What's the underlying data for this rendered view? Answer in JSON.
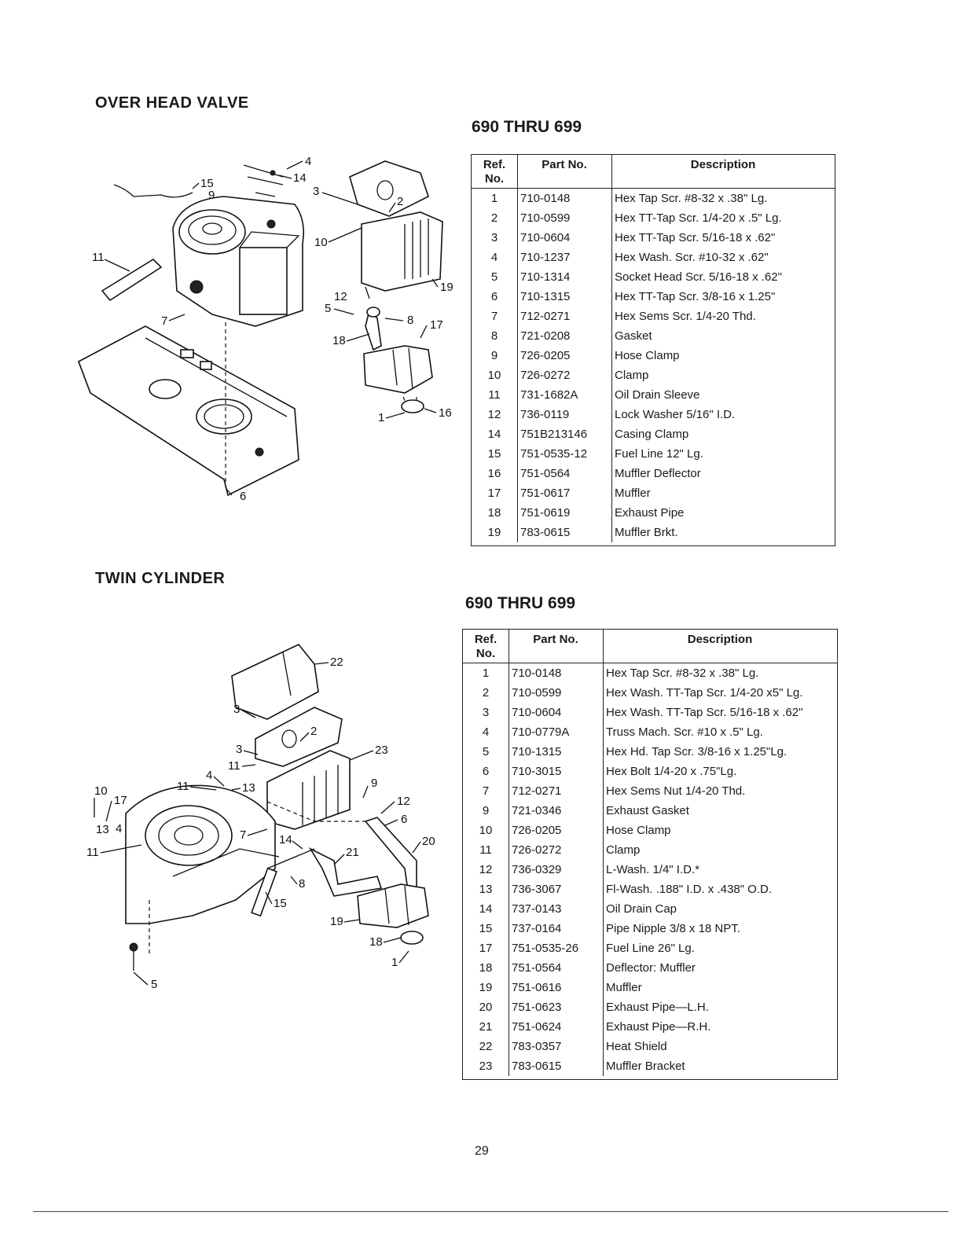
{
  "sections": [
    {
      "title": "OVER HEAD VALVE",
      "range": "690 THRU 699",
      "headers": {
        "ref": "Ref.",
        "ref2": "No.",
        "part": "Part No.",
        "desc": "Description"
      },
      "rows": [
        {
          "ref": "1",
          "part": "710-0148",
          "desc": "Hex Tap Scr. #8-32 x .38\" Lg."
        },
        {
          "ref": "2",
          "part": "710-0599",
          "desc": "Hex TT-Tap Scr. 1/4-20 x .5\" Lg."
        },
        {
          "ref": "3",
          "part": "710-0604",
          "desc": "Hex TT-Tap Scr. 5/16-18 x .62\""
        },
        {
          "ref": "4",
          "part": "710-1237",
          "desc": "Hex Wash. Scr. #10-32 x .62\""
        },
        {
          "ref": "5",
          "part": "710-1314",
          "desc": "Socket Head Scr. 5/16-18 x .62\""
        },
        {
          "ref": "6",
          "part": "710-1315",
          "desc": "Hex TT-Tap Scr. 3/8-16 x 1.25\""
        },
        {
          "ref": "7",
          "part": "712-0271",
          "desc": "Hex Sems Scr. 1/4-20 Thd."
        },
        {
          "ref": "8",
          "part": "721-0208",
          "desc": "Gasket"
        },
        {
          "ref": "9",
          "part": "726-0205",
          "desc": "Hose Clamp"
        },
        {
          "ref": "10",
          "part": "726-0272",
          "desc": "Clamp"
        },
        {
          "ref": "11",
          "part": "731-1682A",
          "desc": "Oil Drain Sleeve"
        },
        {
          "ref": "12",
          "part": "736-0119",
          "desc": "Lock Washer 5/16\" I.D."
        },
        {
          "ref": "14",
          "part": "751B213146",
          "desc": "Casing Clamp"
        },
        {
          "ref": "15",
          "part": "751-0535-12",
          "desc": "Fuel Line 12\" Lg."
        },
        {
          "ref": "16",
          "part": "751-0564",
          "desc": "Muffler Deflector"
        },
        {
          "ref": "17",
          "part": "751-0617",
          "desc": "Muffler"
        },
        {
          "ref": "18",
          "part": "751-0619",
          "desc": "Exhaust Pipe"
        },
        {
          "ref": "19",
          "part": "783-0615",
          "desc": "Muffler Brkt."
        }
      ],
      "callouts": [
        "1",
        "3",
        "2",
        "4",
        "5",
        "6",
        "7",
        "8",
        "9",
        "10",
        "11",
        "12",
        "14",
        "15",
        "16",
        "17",
        "18",
        "19"
      ]
    },
    {
      "title": "TWIN CYLINDER",
      "range": "690 THRU 699",
      "headers": {
        "ref": "Ref.",
        "ref2": "No.",
        "part": "Part No.",
        "desc": "Description"
      },
      "rows": [
        {
          "ref": "1",
          "part": "710-0148",
          "desc": "Hex Tap Scr. #8-32 x .38\" Lg."
        },
        {
          "ref": "2",
          "part": "710-0599",
          "desc": "Hex Wash. TT-Tap Scr. 1/4-20 x5\" Lg."
        },
        {
          "ref": "3",
          "part": "710-0604",
          "desc": "Hex Wash. TT-Tap Scr. 5/16-18 x .62\""
        },
        {
          "ref": "4",
          "part": "710-0779A",
          "desc": "Truss Mach. Scr. #10 x .5\" Lg."
        },
        {
          "ref": "5",
          "part": "710-1315",
          "desc": "Hex Hd. Tap Scr. 3/8-16 x 1.25\"Lg."
        },
        {
          "ref": "6",
          "part": "710-3015",
          "desc": "Hex Bolt 1/4-20 x .75\"Lg."
        },
        {
          "ref": "7",
          "part": "712-0271",
          "desc": "Hex Sems Nut 1/4-20 Thd."
        },
        {
          "ref": "9",
          "part": "721-0346",
          "desc": "Exhaust Gasket"
        },
        {
          "ref": "10",
          "part": "726-0205",
          "desc": "Hose Clamp"
        },
        {
          "ref": "11",
          "part": "726-0272",
          "desc": "Clamp"
        },
        {
          "ref": "12",
          "part": "736-0329",
          "desc": "L-Wash. 1/4\" I.D.*"
        },
        {
          "ref": "13",
          "part": "736-3067",
          "desc": "Fl-Wash. .188\" I.D. x .438\" O.D."
        },
        {
          "ref": "14",
          "part": "737-0143",
          "desc": "Oil Drain Cap"
        },
        {
          "ref": "15",
          "part": "737-0164",
          "desc": "Pipe Nipple 3/8 x 18 NPT."
        },
        {
          "ref": "17",
          "part": "751-0535-26",
          "desc": "Fuel Line 26\" Lg."
        },
        {
          "ref": "18",
          "part": "751-0564",
          "desc": "Deflector: Muffler"
        },
        {
          "ref": "19",
          "part": "751-0616",
          "desc": "Muffler"
        },
        {
          "ref": "20",
          "part": "751-0623",
          "desc": "Exhaust Pipe—L.H."
        },
        {
          "ref": "21",
          "part": "751-0624",
          "desc": "Exhaust Pipe—R.H."
        },
        {
          "ref": "22",
          "part": "783-0357",
          "desc": "Heat Shield"
        },
        {
          "ref": "23",
          "part": "783-0615",
          "desc": "Muffler Bracket"
        }
      ],
      "callouts": [
        "22",
        "3",
        "2",
        "3",
        "23",
        "11",
        "4",
        "13",
        "9",
        "10",
        "17",
        "11",
        "12",
        "6",
        "13",
        "4",
        "11",
        "7",
        "14",
        "20",
        "21",
        "8",
        "15",
        "19",
        "18",
        "1",
        "5"
      ]
    }
  ],
  "page_number": "29"
}
